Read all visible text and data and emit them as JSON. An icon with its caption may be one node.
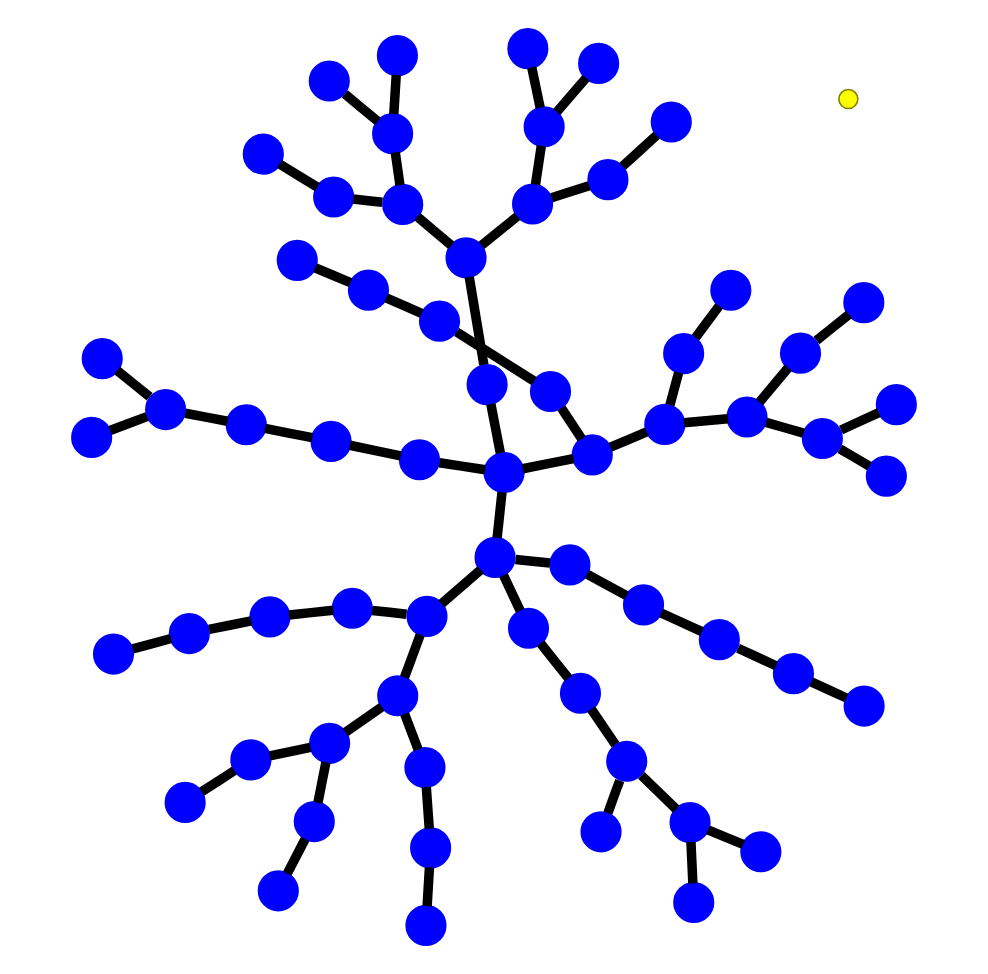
{
  "diagram": {
    "nodes": [
      {
        "text": [],
        "shape": "circle"
      },
      {
        "text": [],
        "shape": "circle"
      },
      {
        "text": [],
        "shape": "circle"
      },
      {
        "text": [],
        "shape": "circle"
      },
      {
        "text": [],
        "shape": "circle"
      },
      {
        "text": [],
        "shape": "circle"
      },
      {
        "text": [],
        "shape": "circle"
      },
      {
        "text": [],
        "shape": "circle"
      },
      {
        "text": [],
        "shape": "circle"
      },
      {
        "text": [],
        "shape": "circle"
      },
      {
        "text": [],
        "shape": "circle"
      },
      {
        "text": [],
        "shape": "circle"
      },
      {
        "text": [],
        "shape": "circle"
      },
      {
        "text": [],
        "shape": "circle"
      },
      {
        "text": [],
        "shape": "circle"
      },
      {
        "text": [],
        "shape": "circle"
      },
      {
        "text": [],
        "shape": "circle"
      },
      {
        "text": [],
        "shape": "circle"
      },
      {
        "text": [],
        "shape": "circle"
      },
      {
        "text": [],
        "shape": "circle"
      },
      {
        "text": [],
        "shape": "circle"
      },
      {
        "text": [],
        "shape": "circle"
      },
      {
        "text": [],
        "shape": "circle"
      },
      {
        "text": [],
        "shape": "circle"
      },
      {
        "text": [],
        "shape": "circle"
      },
      {
        "text": [],
        "shape": "circle"
      },
      {
        "text": [],
        "shape": "circle"
      },
      {
        "text": [],
        "shape": "circle"
      },
      {
        "text": [],
        "shape": "circle"
      },
      {
        "text": [],
        "shape": "circle"
      },
      {
        "text": [],
        "shape": "circle"
      },
      {
        "text": [],
        "shape": "circle"
      },
      {
        "text": [],
        "shape": "circle"
      },
      {
        "text": [],
        "shape": "circle"
      },
      {
        "text": [],
        "shape": "circle"
      },
      {
        "text": [],
        "shape": "circle"
      },
      {
        "text": [],
        "shape": "circle"
      },
      {
        "text": [],
        "shape": "circle"
      },
      {
        "text": [],
        "shape": "circle"
      },
      {
        "text": [],
        "shape": "circle"
      },
      {
        "text": [],
        "shape": "circle"
      },
      {
        "text": [],
        "shape": "circle"
      },
      {
        "text": [],
        "shape": "circle"
      },
      {
        "text": [],
        "shape": "circle"
      },
      {
        "text": [],
        "shape": "circle"
      },
      {
        "text": [],
        "shape": "circle"
      },
      {
        "text": [],
        "shape": "circle"
      },
      {
        "text": [],
        "shape": "circle"
      },
      {
        "text": [],
        "shape": "circle"
      },
      {
        "text": [],
        "shape": "circle"
      },
      {
        "text": [],
        "shape": "circle"
      },
      {
        "text": [],
        "shape": "circle"
      },
      {
        "text": [],
        "shape": "circle"
      },
      {
        "text": [],
        "shape": "circle"
      },
      {
        "text": [],
        "shape": "circle"
      },
      {
        "text": [],
        "shape": "circle"
      },
      {
        "text": [],
        "shape": "circle"
      },
      {
        "text": [],
        "shape": "circle"
      },
      {
        "text": [],
        "shape": "circle"
      },
      {
        "text": [],
        "shape": "circle"
      },
      {
        "text": [],
        "shape": "circle"
      },
      {
        "text": [],
        "shape": "circle"
      },
      {
        "text": [],
        "shape": "circle"
      }
    ],
    "edges": [
      {
        "from": 0,
        "to": 1,
        "arrow": "none"
      },
      {
        "from": 1,
        "to": 2,
        "arrow": "none"
      },
      {
        "from": 2,
        "to": 3,
        "arrow": "none"
      },
      {
        "from": 1,
        "to": 4,
        "arrow": "none"
      },
      {
        "from": 4,
        "to": 5,
        "arrow": "none"
      },
      {
        "from": 5,
        "to": 6,
        "arrow": "none"
      },
      {
        "from": 6,
        "to": 7,
        "arrow": "none"
      },
      {
        "from": 7,
        "to": 8,
        "arrow": "none"
      },
      {
        "from": 7,
        "to": 9,
        "arrow": "none"
      },
      {
        "from": 6,
        "to": 10,
        "arrow": "none"
      },
      {
        "from": 3,
        "to": 11,
        "arrow": "none"
      },
      {
        "from": 11,
        "to": 12,
        "arrow": "none"
      },
      {
        "from": 12,
        "to": 13,
        "arrow": "none"
      },
      {
        "from": 3,
        "to": 14,
        "arrow": "none"
      },
      {
        "from": 14,
        "to": 15,
        "arrow": "none"
      },
      {
        "from": 15,
        "to": 16,
        "arrow": "none"
      },
      {
        "from": 14,
        "to": 17,
        "arrow": "none"
      },
      {
        "from": 17,
        "to": 18,
        "arrow": "none"
      },
      {
        "from": 2,
        "to": 19,
        "arrow": "none"
      },
      {
        "from": 19,
        "to": 20,
        "arrow": "none"
      },
      {
        "from": 20,
        "to": 21,
        "arrow": "none"
      },
      {
        "from": 21,
        "to": 22,
        "arrow": "none"
      },
      {
        "from": 1,
        "to": 23,
        "arrow": "none"
      },
      {
        "from": 23,
        "to": 24,
        "arrow": "none"
      },
      {
        "from": 24,
        "to": 25,
        "arrow": "none"
      },
      {
        "from": 25,
        "to": 26,
        "arrow": "none"
      },
      {
        "from": 26,
        "to": 27,
        "arrow": "none"
      },
      {
        "from": 0,
        "to": 28,
        "arrow": "none"
      },
      {
        "from": 28,
        "to": 29,
        "arrow": "none"
      },
      {
        "from": 29,
        "to": 30,
        "arrow": "none"
      },
      {
        "from": 30,
        "to": 31,
        "arrow": "none"
      },
      {
        "from": 31,
        "to": 32,
        "arrow": "none"
      },
      {
        "from": 31,
        "to": 33,
        "arrow": "none"
      },
      {
        "from": 0,
        "to": 34,
        "arrow": "none"
      },
      {
        "from": 34,
        "to": 35,
        "arrow": "none"
      },
      {
        "from": 34,
        "to": 36,
        "arrow": "none"
      },
      {
        "from": 36,
        "to": 37,
        "arrow": "none"
      },
      {
        "from": 37,
        "to": 38,
        "arrow": "none"
      },
      {
        "from": 38,
        "to": 39,
        "arrow": "none"
      },
      {
        "from": 35,
        "to": 40,
        "arrow": "none"
      },
      {
        "from": 40,
        "to": 41,
        "arrow": "none"
      },
      {
        "from": 35,
        "to": 42,
        "arrow": "none"
      },
      {
        "from": 42,
        "to": 43,
        "arrow": "none"
      },
      {
        "from": 43,
        "to": 44,
        "arrow": "none"
      },
      {
        "from": 42,
        "to": 45,
        "arrow": "none"
      },
      {
        "from": 45,
        "to": 46,
        "arrow": "none"
      },
      {
        "from": 45,
        "to": 47,
        "arrow": "none"
      },
      {
        "from": 0,
        "to": 48,
        "arrow": "none"
      },
      {
        "from": 48,
        "to": 49,
        "arrow": "none"
      },
      {
        "from": 49,
        "to": 50,
        "arrow": "none"
      },
      {
        "from": 50,
        "to": 51,
        "arrow": "none"
      },
      {
        "from": 51,
        "to": 52,
        "arrow": "none"
      },
      {
        "from": 51,
        "to": 53,
        "arrow": "none"
      },
      {
        "from": 50,
        "to": 54,
        "arrow": "none"
      },
      {
        "from": 54,
        "to": 55,
        "arrow": "none"
      },
      {
        "from": 49,
        "to": 56,
        "arrow": "none"
      },
      {
        "from": 56,
        "to": 57,
        "arrow": "none"
      },
      {
        "from": 57,
        "to": 58,
        "arrow": "none"
      },
      {
        "from": 57,
        "to": 59,
        "arrow": "none"
      },
      {
        "from": 56,
        "to": 60,
        "arrow": "none"
      },
      {
        "from": 60,
        "to": 61,
        "arrow": "none"
      }
    ]
  }
}
